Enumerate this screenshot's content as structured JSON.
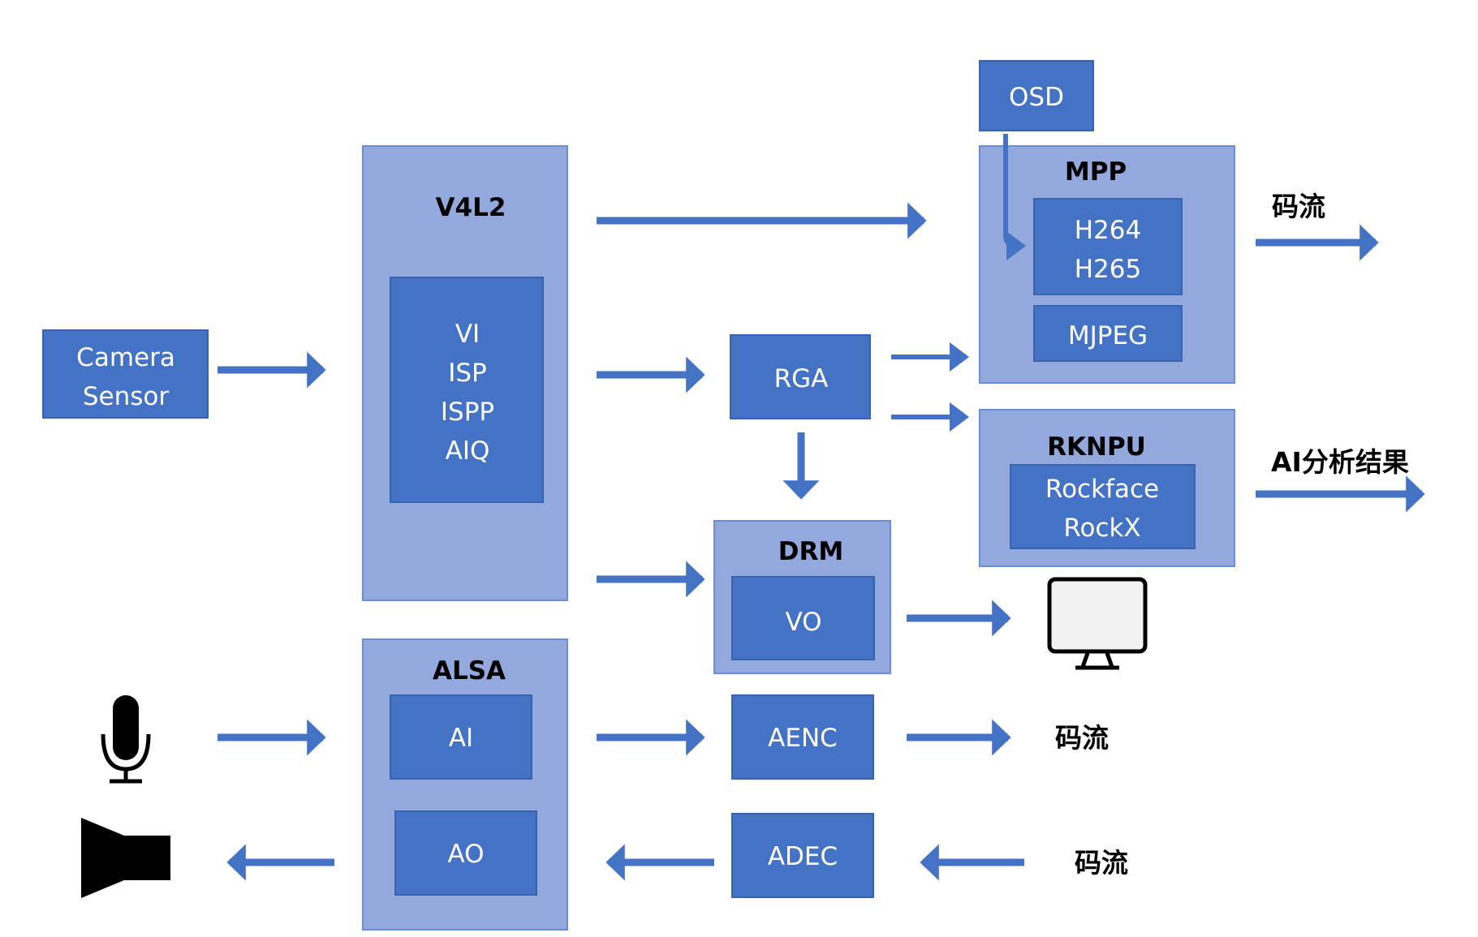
{
  "colors": {
    "container_fill": "#8FA6DC",
    "container_stroke": "#5B82CF",
    "box_fill": "#4472C4",
    "box_stroke": "#3A63AD",
    "arrow": "#4472C4",
    "bold_text": "#000000",
    "box_text": "#ffffff",
    "icon": "#000000"
  },
  "nodes": {
    "camera_sensor": [
      "Camera",
      "Sensor"
    ],
    "v4l2_title": "V4L2",
    "v4l2_modules": [
      "VI",
      "ISP",
      "ISPP",
      "AIQ"
    ],
    "rga": "RGA",
    "drm_title": "DRM",
    "vo": "VO",
    "osd": "OSD",
    "mpp_title": "MPP",
    "h264_h265": [
      "H264",
      "H265"
    ],
    "mjpeg": "MJPEG",
    "rknpu_title": "RKNPU",
    "rknpu_modules": [
      "Rockface",
      "RockX"
    ],
    "alsa_title": "ALSA",
    "ai": "AI",
    "ao": "AO",
    "aenc": "AENC",
    "adec": "ADEC"
  },
  "outputs": {
    "mpp_stream": "码流",
    "ai_result": "AI分析结果",
    "aenc_stream": "码流",
    "adec_stream": "码流"
  },
  "icons": [
    "microphone-icon",
    "speaker-icon",
    "monitor-icon"
  ]
}
